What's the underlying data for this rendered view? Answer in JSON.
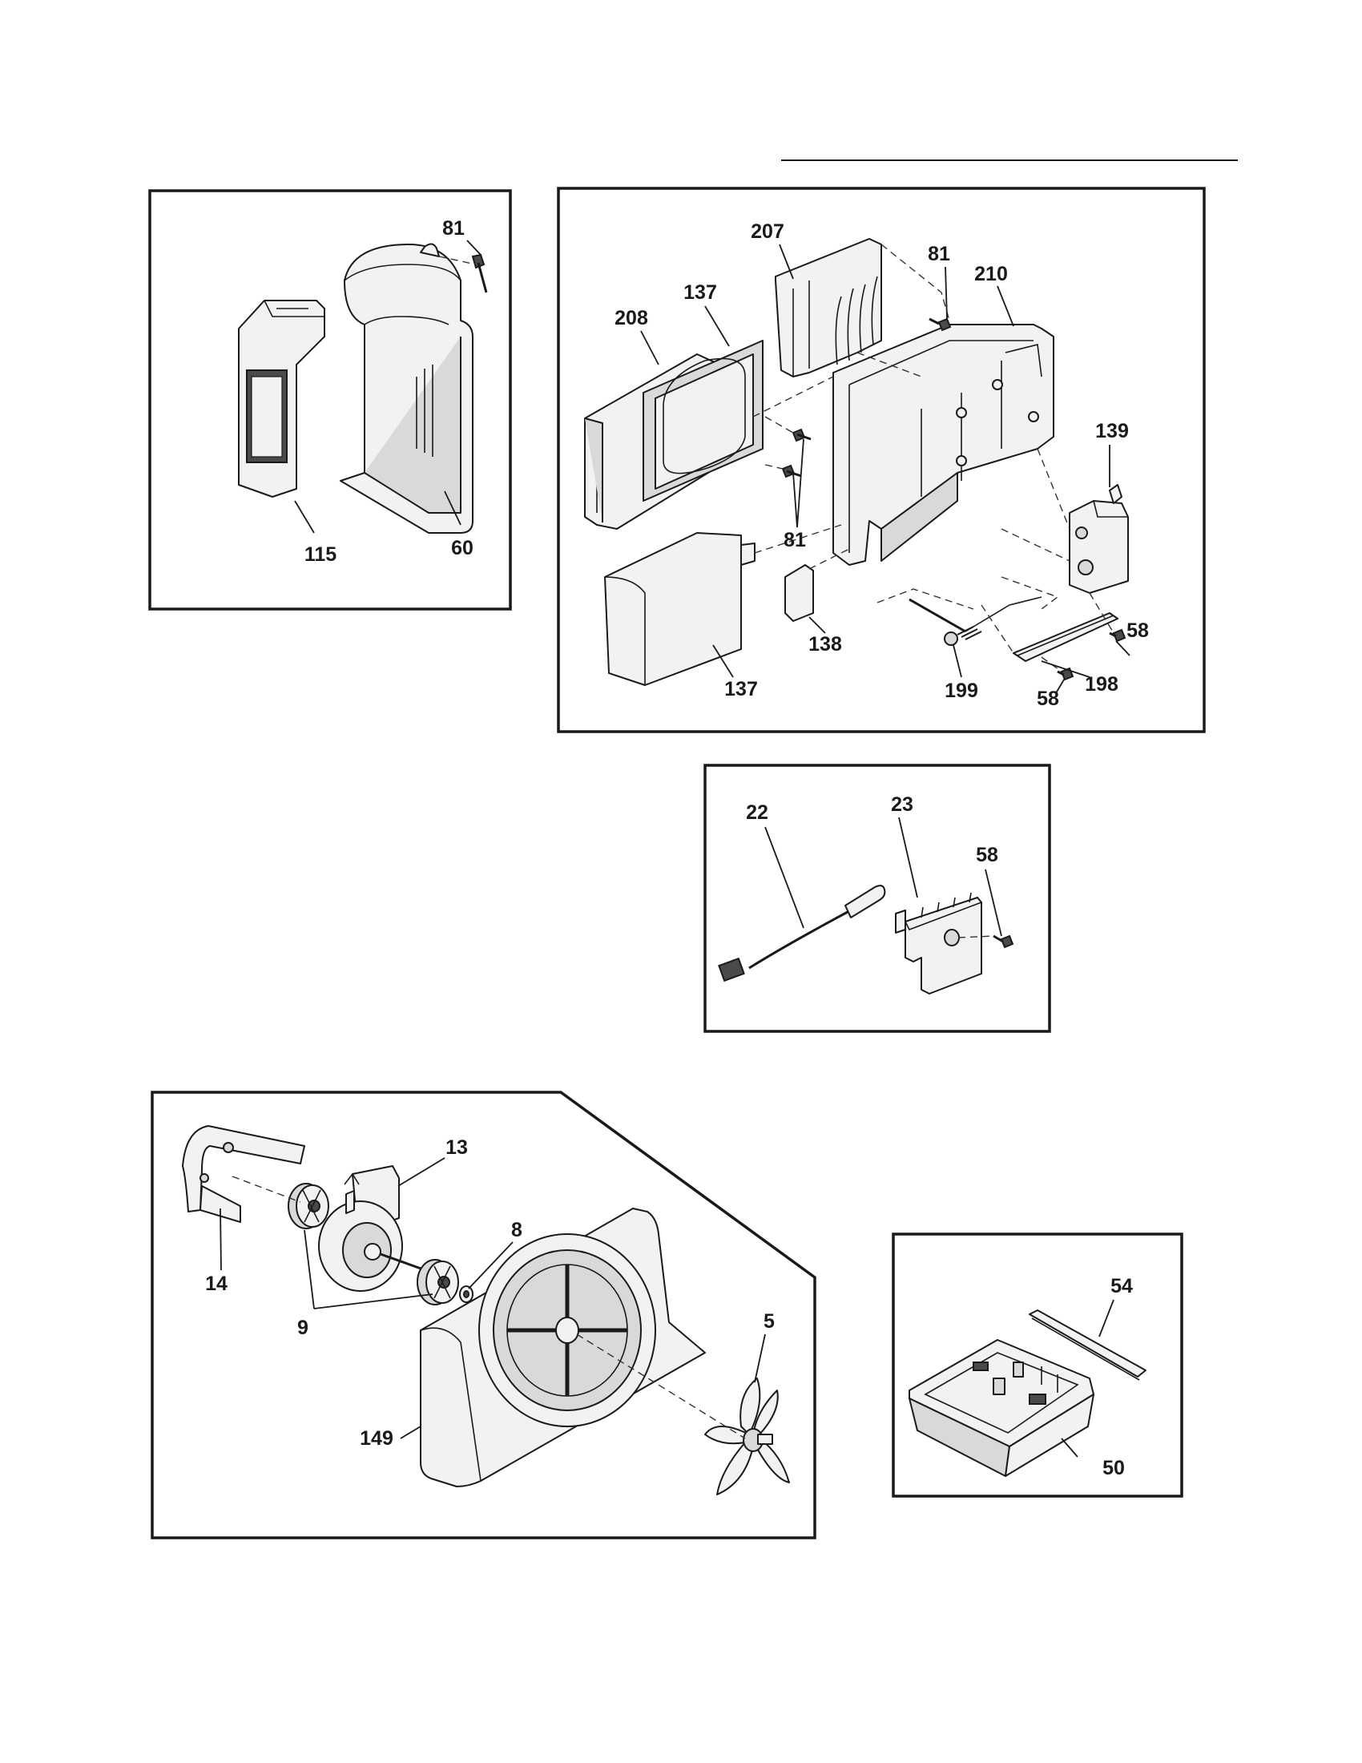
{
  "panels": [
    {
      "id": "panel-top-left",
      "callouts": [
        "81",
        "115",
        "60"
      ]
    },
    {
      "id": "panel-top-right",
      "callouts": [
        "207",
        "81",
        "210",
        "208",
        "137",
        "139",
        "81",
        "138",
        "137",
        "199",
        "58",
        "198",
        "58"
      ]
    },
    {
      "id": "panel-middle",
      "callouts": [
        "22",
        "23",
        "58"
      ]
    },
    {
      "id": "panel-bottom-left",
      "callouts": [
        "13",
        "14",
        "8",
        "9",
        "5",
        "149"
      ]
    },
    {
      "id": "panel-bottom-right",
      "callouts": [
        "54",
        "50"
      ]
    }
  ]
}
